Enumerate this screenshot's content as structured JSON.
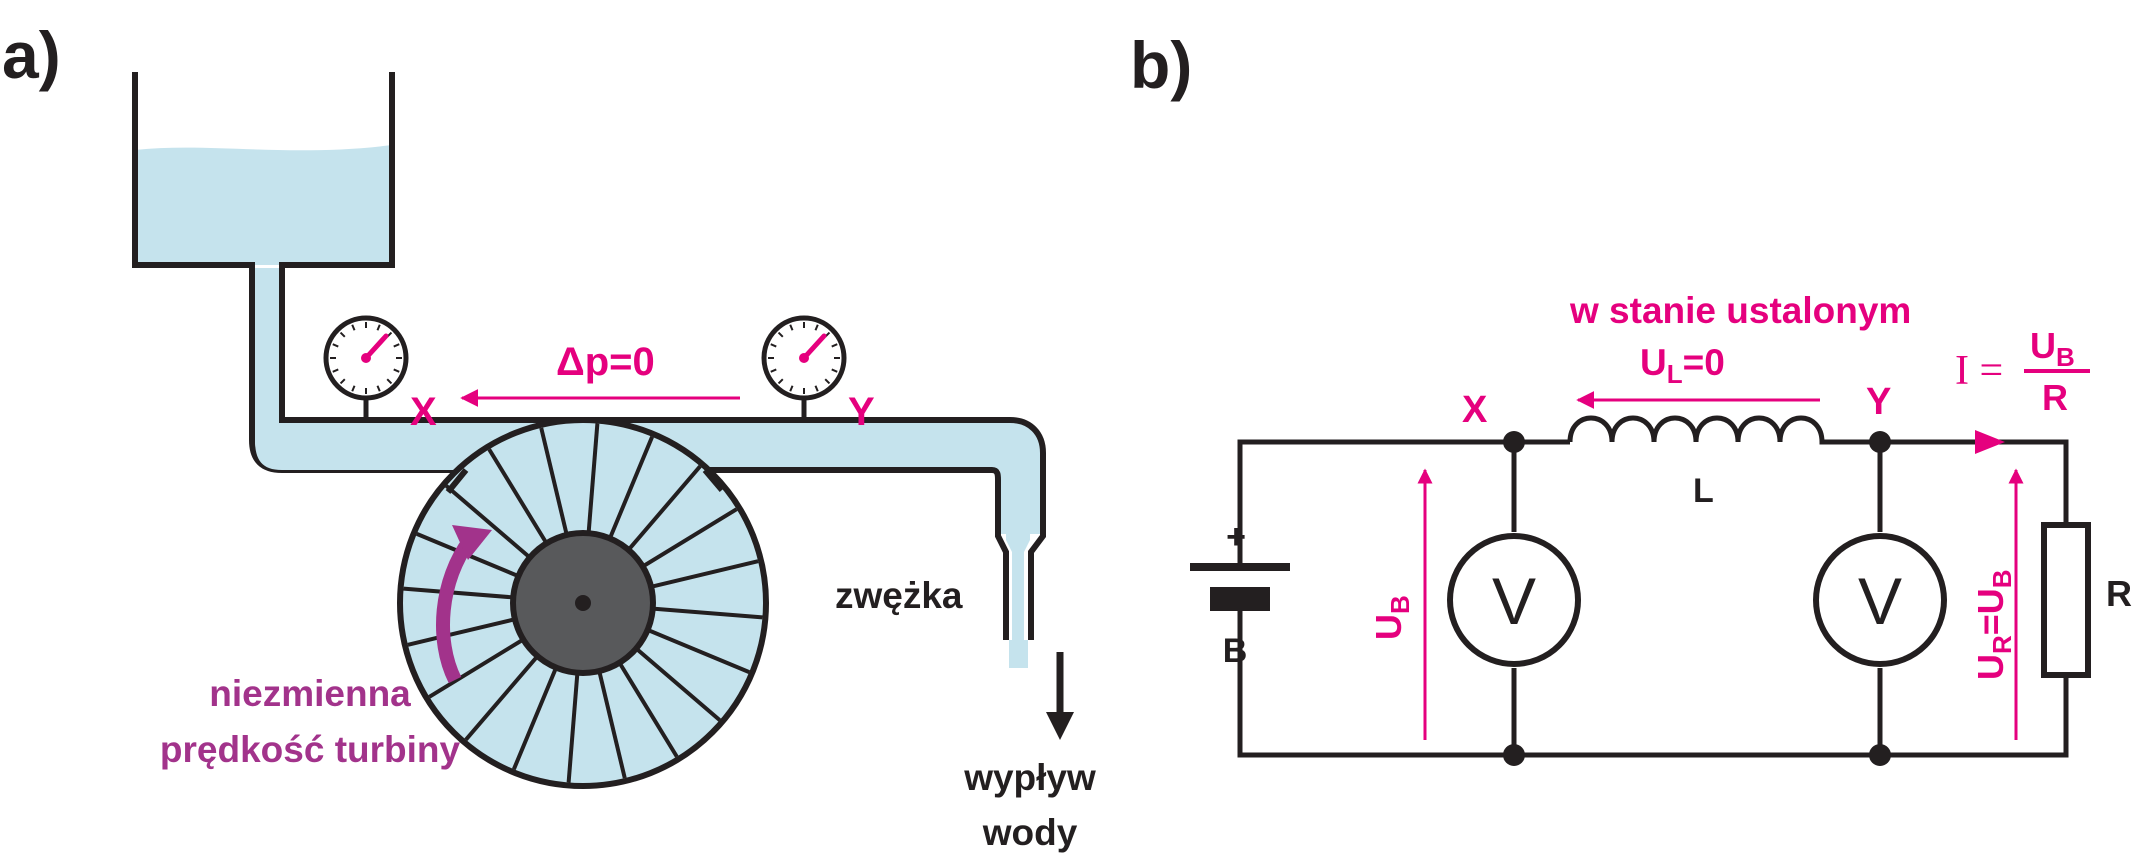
{
  "colors": {
    "accent": "#e5007e",
    "turbine_arrow": "#a2338b",
    "water": "#c5e3ed",
    "line": "#231f20",
    "hub": "#58595b"
  },
  "panel_a": {
    "title": "a)",
    "gauge_x_label": "X",
    "gauge_y_label": "Y",
    "pressure_label": "Δp=0",
    "nozzle_label": "zwężka",
    "outflow_line1": "wypływ",
    "outflow_line2": "wody",
    "turbine_line1": "niezmienna",
    "turbine_line2": "prędkość turbiny",
    "icons": [
      "pressure-gauge-icon",
      "turbine-wheel-icon",
      "flow-arrow-icon"
    ]
  },
  "panel_b": {
    "title": "b)",
    "state_label": "w stanie ustalonym",
    "ul_prefix": "U",
    "ul_sub": "L",
    "ul_suffix": "=0",
    "node_x": "X",
    "node_y": "Y",
    "inductor_label": "L",
    "battery_label": "B",
    "battery_plus": "+",
    "ub_main": "U",
    "ub_sub": "B",
    "current_prefix": "I =",
    "current_num_main": "U",
    "current_num_sub": "B",
    "current_den": "R",
    "ur_main": "U",
    "ur_sub": "R",
    "ur_eq": "=U",
    "ur_sub2": "B",
    "resistor_label": "R",
    "voltmeter_left": "V",
    "voltmeter_right": "V"
  }
}
